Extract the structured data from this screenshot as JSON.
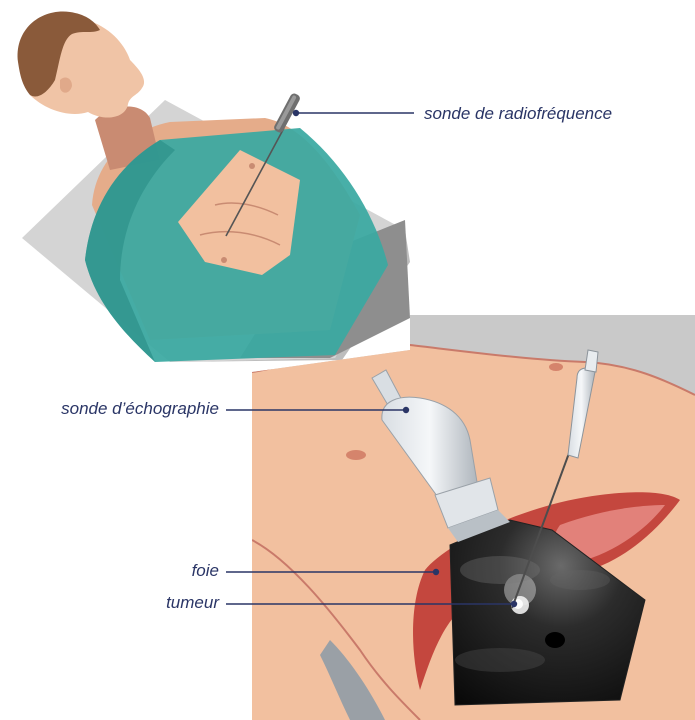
{
  "labels": {
    "rf_probe": "sonde de radiofréquence",
    "ultrasound_probe": "sonde d’échographie",
    "liver": "foie",
    "tumor": "tumeur"
  },
  "colors": {
    "label_text": "#2a3566",
    "leader_line": "#2a3566",
    "skin": "#f2c09f",
    "drape": "#3aa9a1",
    "liver": "#c4473e",
    "ultrasound_bg": "#0b0b0b"
  },
  "illustration": {
    "icons": [
      "patient-illustration",
      "rf-probe-icon",
      "ultrasound-probe-icon",
      "ultrasound-image",
      "liver-shape",
      "tumor-spot"
    ]
  }
}
